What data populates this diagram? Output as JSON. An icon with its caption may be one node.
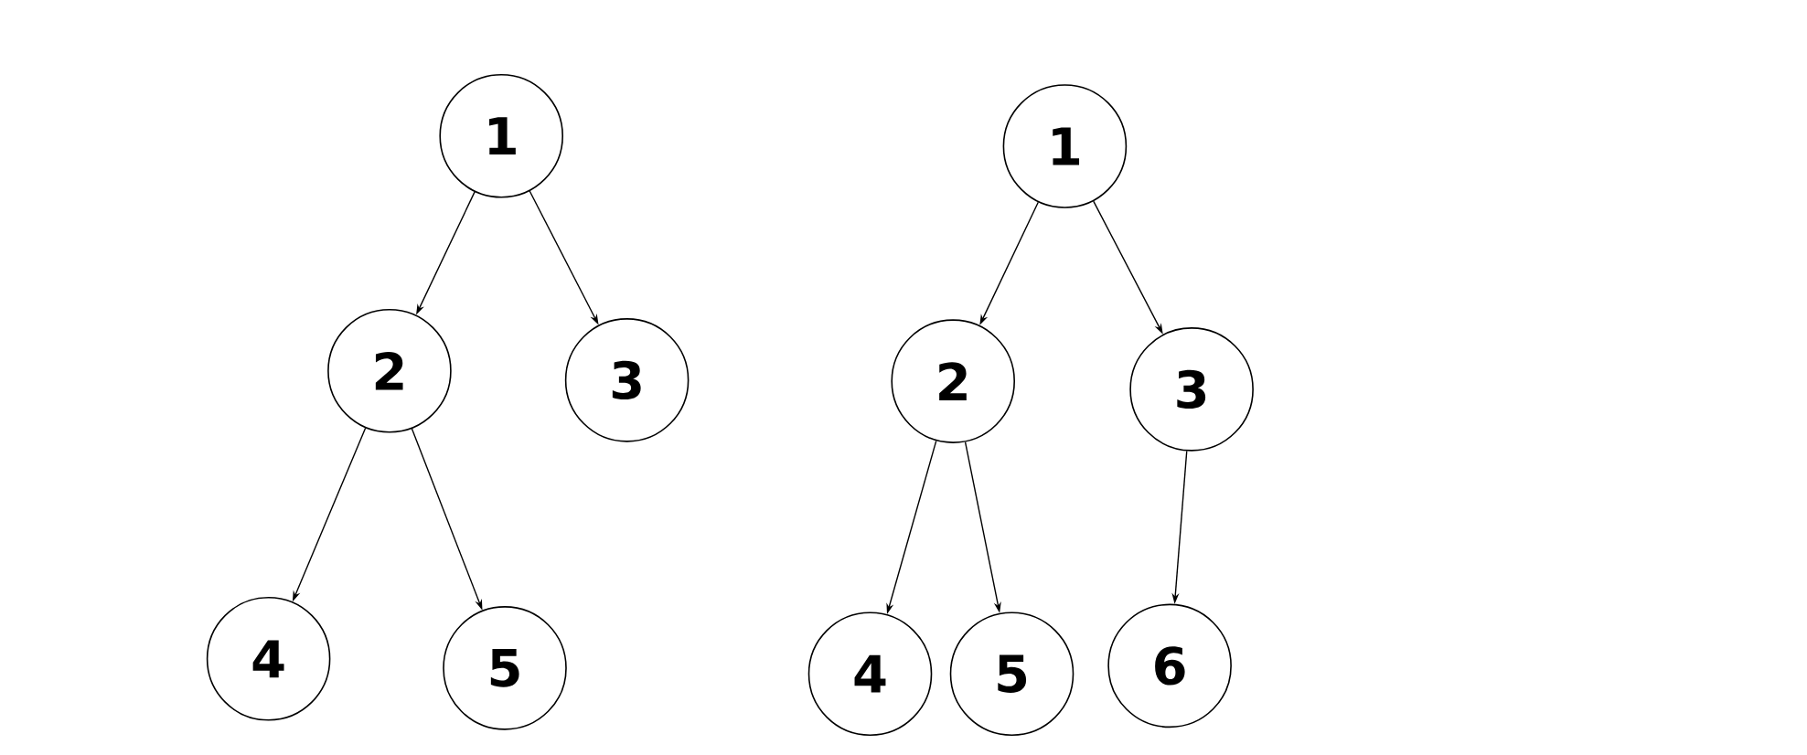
{
  "diagram": {
    "nodes": [
      {
        "text": [
          "1"
        ]
      },
      {
        "text": [
          "2"
        ]
      },
      {
        "text": [
          "3"
        ]
      },
      {
        "text": [
          "4"
        ]
      },
      {
        "text": [
          "5"
        ]
      },
      {
        "text": [
          "1"
        ]
      },
      {
        "text": [
          "2"
        ]
      },
      {
        "text": [
          "3"
        ]
      },
      {
        "text": [
          "4"
        ]
      },
      {
        "text": [
          "5"
        ]
      },
      {
        "text": [
          "6"
        ]
      }
    ],
    "edges": [
      {
        "from": 0,
        "to": 1,
        "arrow": "to"
      },
      {
        "from": 0,
        "to": 2,
        "arrow": "to"
      },
      {
        "from": 1,
        "to": 3,
        "arrow": "to"
      },
      {
        "from": 1,
        "to": 4,
        "arrow": "to"
      },
      {
        "from": 5,
        "to": 6,
        "arrow": "to"
      },
      {
        "from": 5,
        "to": 7,
        "arrow": "to"
      },
      {
        "from": 6,
        "to": 8,
        "arrow": "to"
      },
      {
        "from": 6,
        "to": 9,
        "arrow": "to"
      },
      {
        "from": 7,
        "to": 10,
        "arrow": "to"
      }
    ]
  }
}
